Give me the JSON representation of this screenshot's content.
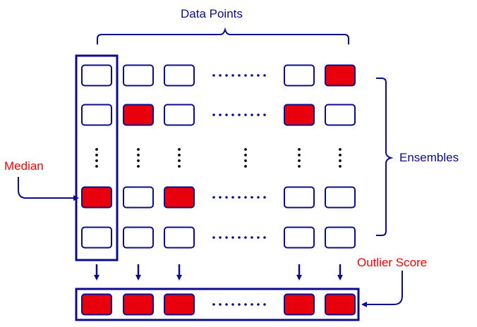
{
  "labels": {
    "top": "Data Points",
    "right": "Ensembles",
    "left": "Median",
    "bottom_right": "Outlier Score"
  },
  "matrix": {
    "columns": 6,
    "rows": [
      {
        "kind": "cells",
        "filled": [
          false,
          false,
          false,
          false,
          true
        ]
      },
      {
        "kind": "cells",
        "filled": [
          false,
          true,
          false,
          true,
          false
        ]
      },
      {
        "kind": "ellipsis"
      },
      {
        "kind": "cells",
        "filled": [
          true,
          false,
          true,
          false,
          false
        ]
      },
      {
        "kind": "cells",
        "filled": [
          false,
          false,
          false,
          false,
          false
        ]
      }
    ],
    "gap_between_columns": 3,
    "output_row": [
      true,
      true,
      true,
      true,
      true
    ]
  },
  "colors": {
    "navy": "#0b0b8f",
    "red": "#e8000d",
    "label_red": "#ff0000",
    "cell_fill": "#ffffff"
  }
}
